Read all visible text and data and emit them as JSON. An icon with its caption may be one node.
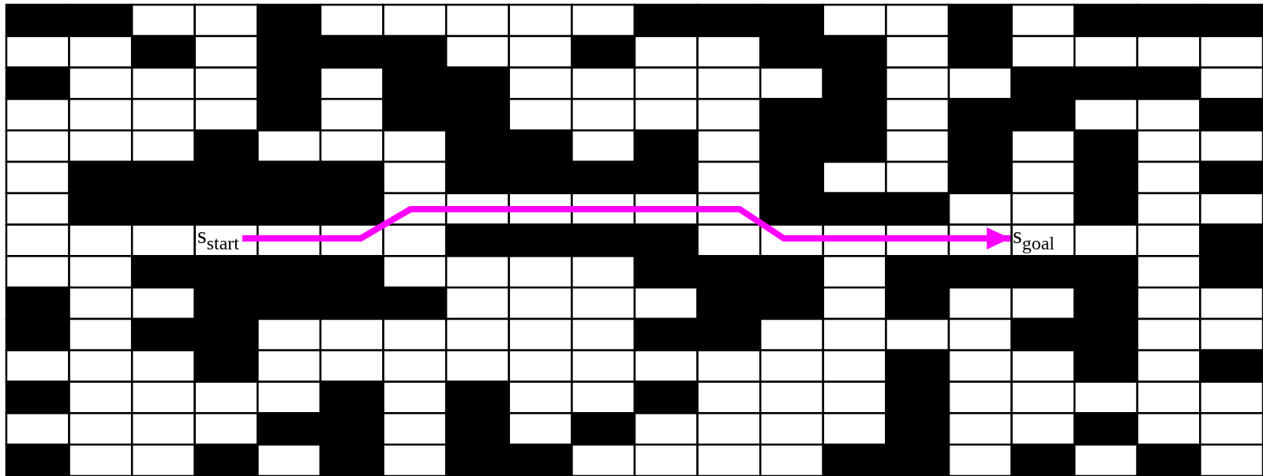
{
  "diagram": {
    "nodes": [
      {
        "text": [
          "s$_{start}$"
        ]
      },
      {
        "text": [
          "s$_{goal}$"
        ]
      }
    ],
    "edges": [
      {
        "from": 0,
        "to": 1,
        "arrow": "to",
        "color": "#ff00ff"
      }
    ]
  }
}
